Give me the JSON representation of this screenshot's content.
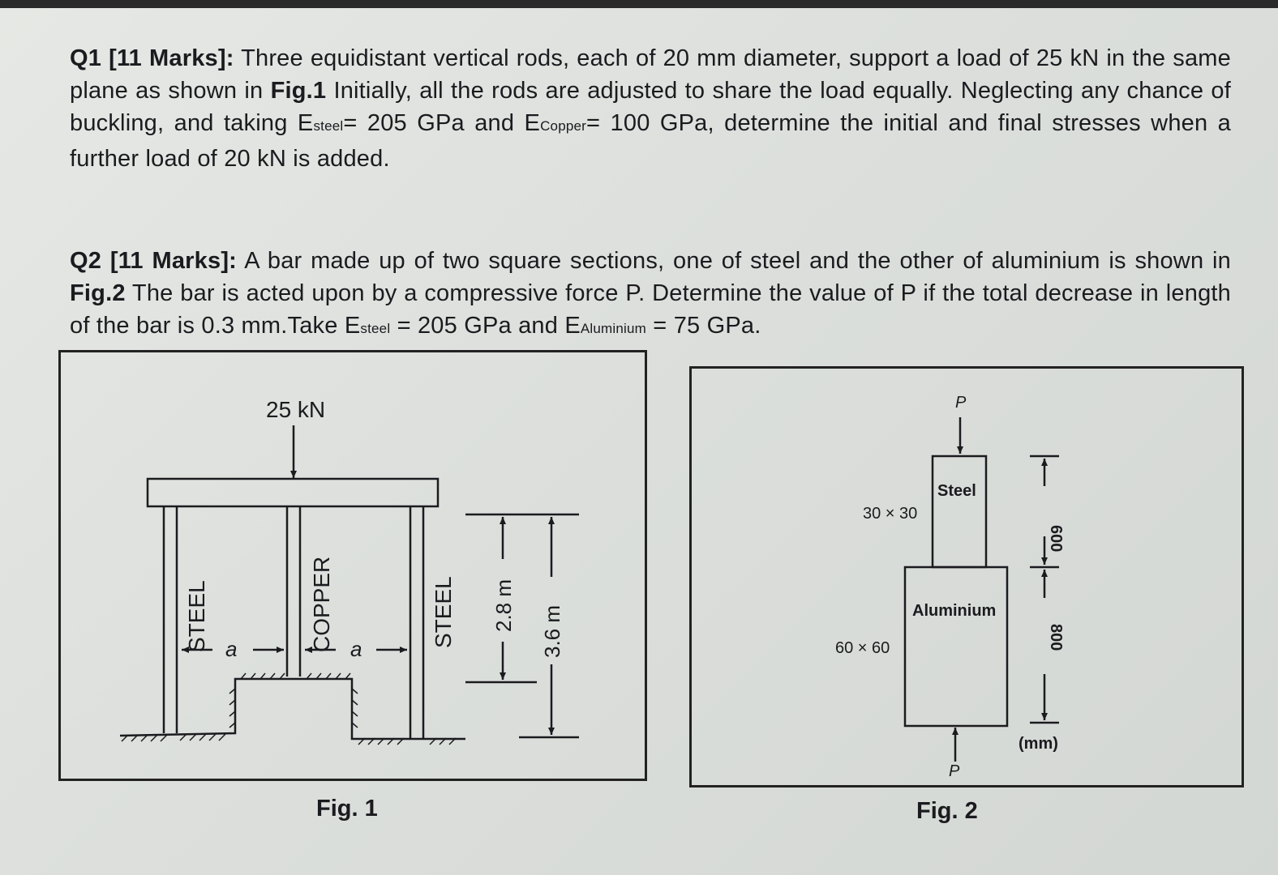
{
  "q1": {
    "label": "Q1 [11 Marks]:",
    "text_1": " Three equidistant vertical rods, each of 20 mm diameter, support a load of 25 kN in the same plane as shown in ",
    "fig_ref": "Fig.1",
    "text_2": " Initially, all the rods are adjusted to share the load equally. Neglecting any chance of buckling, and taking E",
    "sub_steel": "steel",
    "text_3": "= 205 GPa and E",
    "sub_copper": "Copper",
    "text_4": "= 100 GPa, determine the initial and final stresses when a further load of 20 kN is added."
  },
  "q2": {
    "label": "Q2 [11 Marks]:",
    "text_1": " A bar made up of two square sections, one of steel and the other of aluminium is shown in ",
    "fig_ref": "Fig.2",
    "text_2": " The bar is acted upon by a compressive force P. Determine the value of P if the total decrease in length of the bar is 0.3 mm.Take E",
    "sub_steel": "steel",
    "text_3": " = 205 GPa and E",
    "sub_aluminium": "Aluminium",
    "text_4": " = 75 GPa."
  },
  "fig1": {
    "caption": "Fig. 1",
    "load": "25 kN",
    "rod_left": "STEEL",
    "rod_middle": "COPPER",
    "rod_right": "STEEL",
    "spacing_1": "a",
    "spacing_2": "a",
    "dim_short": "2.8 m",
    "dim_long": "3.6 m"
  },
  "fig2": {
    "caption": "Fig. 2",
    "force_top": "P",
    "force_bottom": "P",
    "steel_label": "Steel",
    "steel_section": "30 × 30",
    "aluminium_label": "Aluminium",
    "aluminium_section": "60 × 60",
    "dim_steel": "600",
    "dim_aluminium": "800",
    "units": "(mm)"
  }
}
